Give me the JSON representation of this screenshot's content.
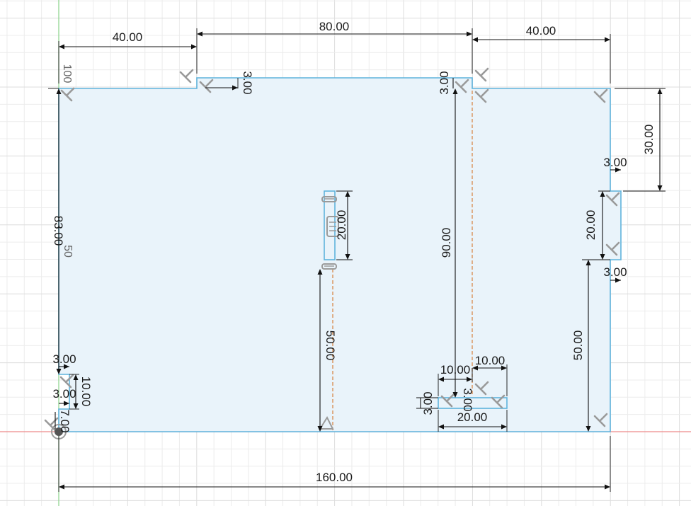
{
  "sketch": {
    "dimensions": {
      "top_left_width": "40.00",
      "top_center_width": "80.00",
      "top_right_width": "40.00",
      "top_notch_depth_left": "3.00",
      "top_notch_depth_right": "3.00",
      "right_top_offset": "30.00",
      "right_notch_depth_top": "3.00",
      "right_notch_height": "20.00",
      "right_notch_depth_bottom": "3.00",
      "right_bottom_height": "50.00",
      "left_height": "83.00",
      "left_notch_depth_top": "3.00",
      "left_notch_height": "10.00",
      "left_notch_depth_bottom": "3.00",
      "left_bottom_offset": "7.00",
      "slot_height": "20.00",
      "slot_offset": "50.00",
      "center_line_height": "90.00",
      "bottom_slot_left": "10.00",
      "bottom_slot_right": "10.00",
      "bottom_slot_height": "3.00",
      "bottom_slot_height_2": "3.00",
      "bottom_slot_width": "20.00",
      "overall_width": "160.00"
    },
    "axis_labels": {
      "y100": "100",
      "y50": "50"
    },
    "colors": {
      "profile_outline": "#5fb3dc",
      "profile_fill": "#e9f3fa",
      "centerline": "#d98a4a",
      "dimension": "#111111",
      "constraint_glyph": "#9a9a9a",
      "x_axis": "#ee8a8a",
      "y_axis": "#8ad28a"
    }
  }
}
